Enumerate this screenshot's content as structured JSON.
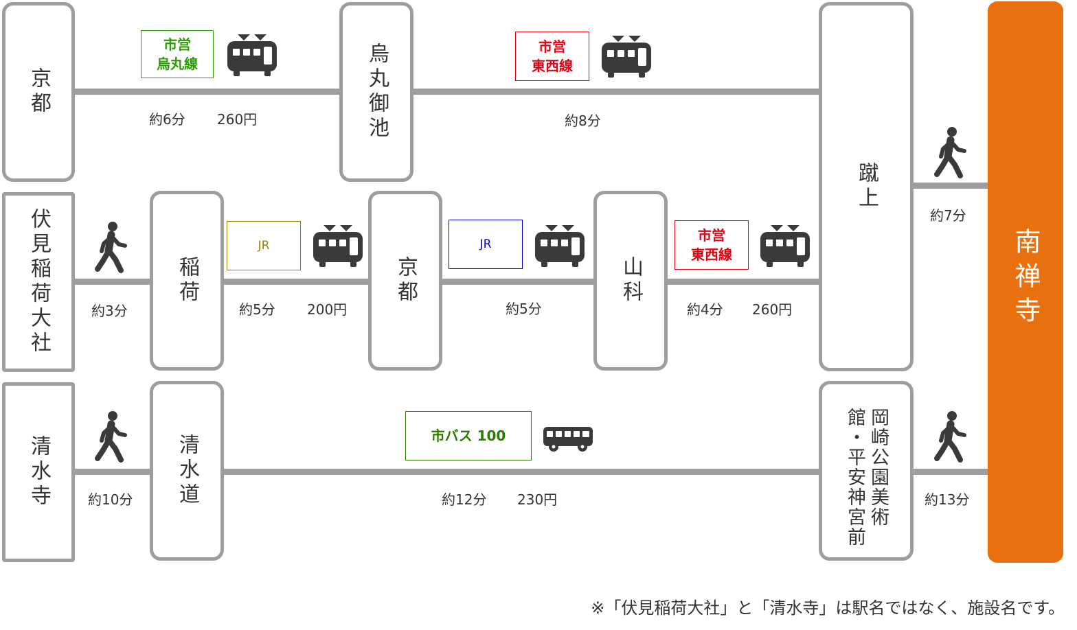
{
  "destination": {
    "name": "南禅寺",
    "color": "#e8700e"
  },
  "stations": {
    "kyoto_top": "京都",
    "karasuma_oike": "烏丸御池",
    "keage": "蹴上",
    "fushimi_inari_taisha": "伏見稲荷大社",
    "inari": "稲荷",
    "kyoto_mid": "京都",
    "yamashina": "山科",
    "kiyomizudera": "清水寺",
    "kiyomizu_michi": "清水道",
    "okazaki": "岡崎公園美術館・平安神宮前"
  },
  "lines": {
    "karasuma": {
      "line1": "市営",
      "line2": "烏丸線",
      "color": "#2a9d00"
    },
    "tozai1": {
      "line1": "市営",
      "line2": "東西線",
      "color": "#e60012"
    },
    "jr1": {
      "label": "JR",
      "color": "#9a8100"
    },
    "jr2": {
      "label": "JR",
      "color": "#0000dd"
    },
    "tozai2": {
      "line1": "市営",
      "line2": "東西線",
      "color": "#e60012"
    },
    "bus": {
      "label": "市バス 100",
      "color": "#2a7d00"
    }
  },
  "segments": {
    "kyoto_karasuma": {
      "time": "約6分",
      "fare": "260円"
    },
    "karasuma_keage": {
      "time": "約8分"
    },
    "keage_walk": {
      "time": "約7分"
    },
    "fushimi_walk": {
      "time": "約3分"
    },
    "inari_kyoto": {
      "time": "約5分",
      "fare": "200円"
    },
    "kyoto_yamashina": {
      "time": "約5分"
    },
    "yamashina_keage": {
      "time": "約4分",
      "fare": "260円"
    },
    "kiyomizu_walk": {
      "time": "約10分"
    },
    "bus_ride": {
      "time": "約12分",
      "fare": "230円"
    },
    "okazaki_walk": {
      "time": "約13分"
    }
  },
  "icons": {
    "train": "train-icon",
    "bus": "bus-icon",
    "walk": "walking-person-icon"
  },
  "note": "※「伏見稲荷大社」と「清水寺」は駅名ではなく、施設名です。"
}
